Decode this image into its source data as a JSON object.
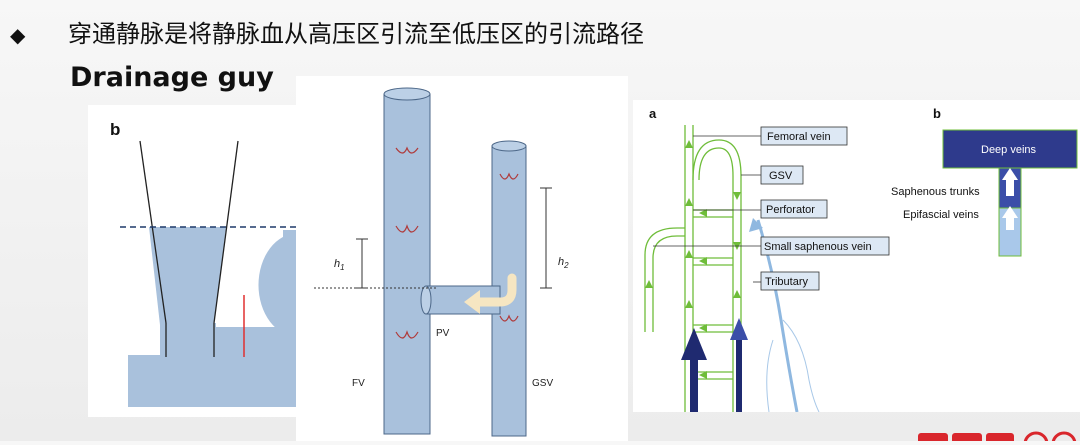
{
  "header": {
    "bullet": "◆",
    "text": "穿通静脉是将静脉血从高压区引流至低压区的引流路径"
  },
  "subtitle": "Drainage guy",
  "panel_left": {
    "label": "b"
  },
  "panel_middle": {
    "h1": "h",
    "h1_sub": "1",
    "h2": "h",
    "h2_sub": "2",
    "pv": "PV",
    "fv": "FV",
    "gsv": "GSV"
  },
  "panel_right": {
    "label_a": "a",
    "label_b": "b",
    "femoral": "Femoral vein",
    "gsv": "GSV",
    "perforator": "Perforator",
    "small_saph": "Small saphenous vein",
    "tributary": "Tributary",
    "deep": "Deep veins",
    "saph_trunks": "Saphenous trunks",
    "epifascial": "Epifascial veins"
  },
  "colors": {
    "vein_fill": "#a9c1dc",
    "vein_stroke": "#4c6788",
    "valve": "#b03a3a",
    "green": "#6fbd3a",
    "navy": "#1f2a70",
    "deep_box": "#2e3a8c",
    "arrow_cream": "#f6e6c2"
  }
}
